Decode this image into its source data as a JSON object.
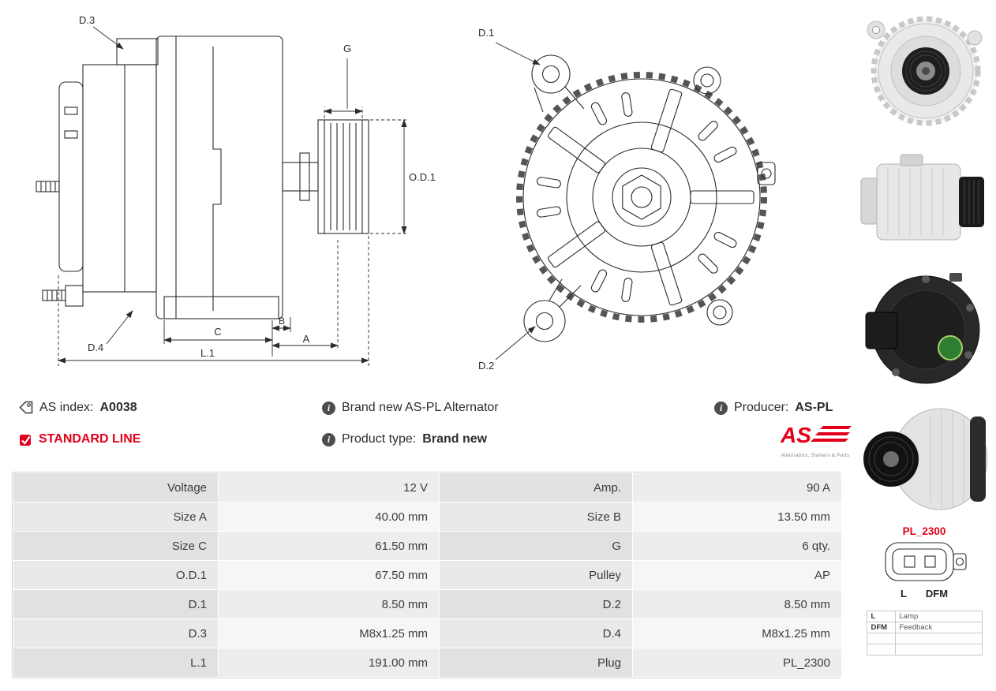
{
  "drawing_side": {
    "labels": {
      "d3": "D.3",
      "g": "G",
      "od1": "O.D.1",
      "d4": "D.4",
      "c": "C",
      "b": "B",
      "a": "A",
      "l1": "L.1"
    }
  },
  "drawing_front": {
    "labels": {
      "d1": "D.1",
      "d2": "D.2"
    }
  },
  "info": {
    "as_index_label": "AS index:",
    "as_index_value": "A0038",
    "standard_line": "STANDARD LINE",
    "brand_new": "Brand new AS-PL Alternator",
    "product_type_label": "Product type:",
    "product_type_value": "Brand new",
    "producer_label": "Producer:",
    "producer_value": "AS-PL"
  },
  "logo": {
    "text": "AS",
    "tagline": "Alternators, Starters & Parts"
  },
  "plug": {
    "code": "PL_2300",
    "pin_left": "L",
    "pin_right": "DFM"
  },
  "legend": {
    "rows": [
      {
        "key": "L",
        "value": "Lamp"
      },
      {
        "key": "DFM",
        "value": "Feedback"
      }
    ]
  },
  "spec_table": {
    "rows": [
      {
        "c0": "Voltage",
        "c1": "12 V",
        "c2": "Amp.",
        "c3": "90 A"
      },
      {
        "c0": "Size A",
        "c1": "40.00 mm",
        "c2": "Size B",
        "c3": "13.50 mm"
      },
      {
        "c0": "Size C",
        "c1": "61.50 mm",
        "c2": "G",
        "c3": "6 qty."
      },
      {
        "c0": "O.D.1",
        "c1": "67.50 mm",
        "c2": "Pulley",
        "c3": "AP"
      },
      {
        "c0": "D.1",
        "c1": "8.50 mm",
        "c2": "D.2",
        "c3": "8.50 mm"
      },
      {
        "c0": "D.3",
        "c1": "M8x1.25 mm",
        "c2": "D.4",
        "c3": "M8x1.25 mm"
      },
      {
        "c0": "L.1",
        "c1": "191.00 mm",
        "c2": "Plug",
        "c3": "PL_2300"
      }
    ]
  }
}
